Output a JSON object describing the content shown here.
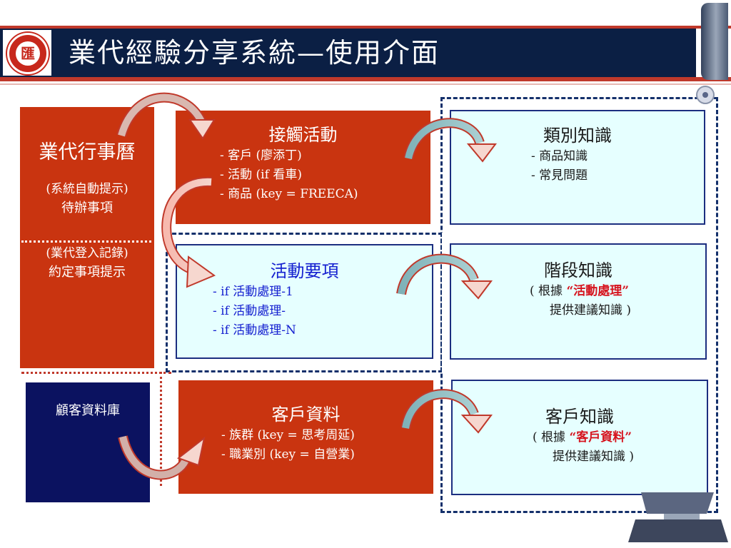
{
  "header": {
    "title": "業代經驗分享系統—使用介面",
    "logo_text": "匯"
  },
  "colors": {
    "red": "#c93410",
    "cyan": "#e6ffff",
    "navy": "#0b1260",
    "border": "#1c2e80",
    "highlight": "#d6141e"
  },
  "calendar": {
    "title": "業代行事曆",
    "line1": "(系統自動提示)",
    "line2": "待辦事項",
    "line3": "(業代登入記錄)",
    "line4": "約定事項提示"
  },
  "customer_db": {
    "title": "顧客資料庫"
  },
  "contact": {
    "title": "接觸活動",
    "items": [
      "- 客戶 (廖添丁)",
      "- 活動 (if 看車)",
      "- 商品 (key = FREECA)"
    ]
  },
  "activity": {
    "title": "活動要項",
    "items": [
      "- if 活動處理-1",
      "- if 活動處理-",
      "- if 活動處理-N"
    ]
  },
  "customer_info": {
    "title": "客戶資料",
    "items": [
      "- 族群 (key = 思考周延)",
      "- 職業別 (key = 自營業)"
    ]
  },
  "category_knowledge": {
    "title": "類別知識",
    "items": [
      "- 商品知識",
      "- 常見問題"
    ]
  },
  "stage_knowledge": {
    "title": "階段知識",
    "line1_prefix": "( 根據",
    "line1_highlight": "“活動處理”",
    "line2": "提供建議知識 )"
  },
  "customer_knowledge": {
    "title": "客戶知識",
    "line1_prefix": "( 根據",
    "line1_highlight": "“客戶資料”",
    "line2": "提供建議知識 )"
  }
}
